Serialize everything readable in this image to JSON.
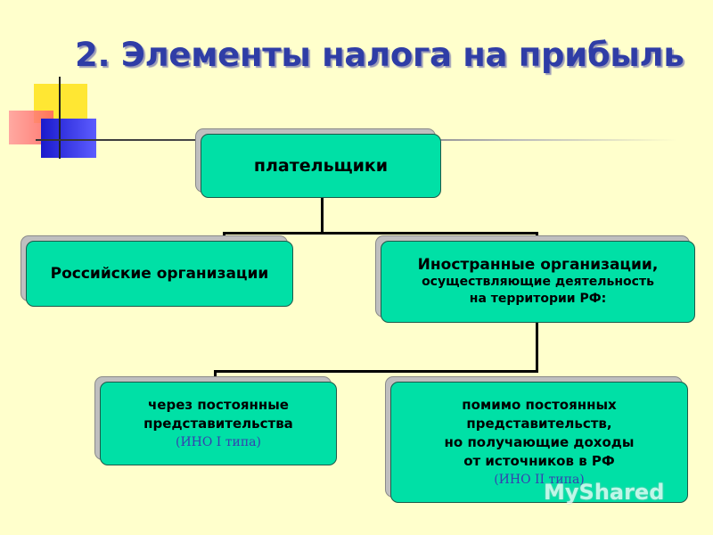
{
  "slide": {
    "title": "2. Элементы налога на прибыль",
    "watermark": "MyShared"
  },
  "diagram": {
    "root": "плательщики",
    "left": "Российские организации",
    "right": {
      "line1": "Иностранные организации,",
      "line2": "осуществляющие деятельность",
      "line3": "на территории РФ:"
    },
    "sub_left": {
      "line1": "через постоянные",
      "line2": "представительства",
      "tag": "(ИНО I типа)"
    },
    "sub_right": {
      "line1": "помимо постоянных",
      "line2": "представительств,",
      "line3": "но получающие доходы",
      "line4": "от источников в РФ",
      "tag": "(ИНО II типа)"
    }
  },
  "colors": {
    "box_fill": "#00E0A6",
    "title": "#2F3DA6",
    "background": "#FFFFCC"
  }
}
